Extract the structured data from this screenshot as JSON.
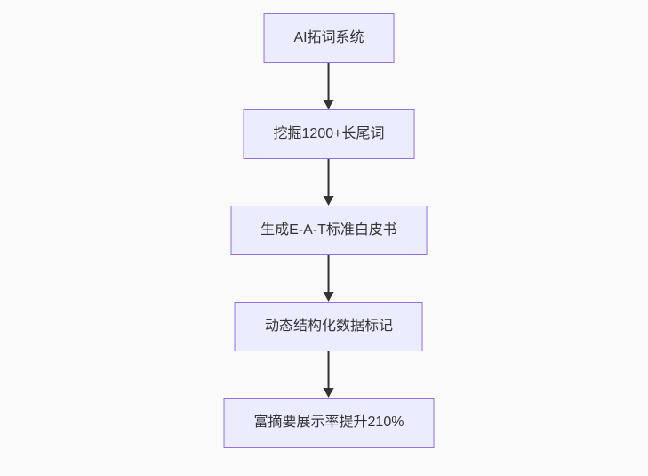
{
  "flowchart": {
    "type": "flowchart",
    "direction": "top-down",
    "nodes": [
      {
        "label": "AI拓词系统"
      },
      {
        "label": "挖掘1200+长尾词"
      },
      {
        "label": "生成E-A-T标准白皮书"
      },
      {
        "label": "动态结构化数据标记"
      },
      {
        "label": "富摘要展示率提升210%"
      }
    ],
    "edges": [
      {
        "from": "AI拓词系统",
        "to": "挖掘1200+长尾词"
      },
      {
        "from": "挖掘1200+长尾词",
        "to": "生成E-A-T标准白皮书"
      },
      {
        "from": "生成E-A-T标准白皮书",
        "to": "动态结构化数据标记"
      },
      {
        "from": "动态结构化数据标记",
        "to": "富摘要展示率提升210%"
      }
    ],
    "colors": {
      "bg": "#fafafa",
      "node-fill": "#ECECFF",
      "node-border": "#9370DB",
      "node-text": "#333333",
      "arrow": "#333333"
    }
  }
}
